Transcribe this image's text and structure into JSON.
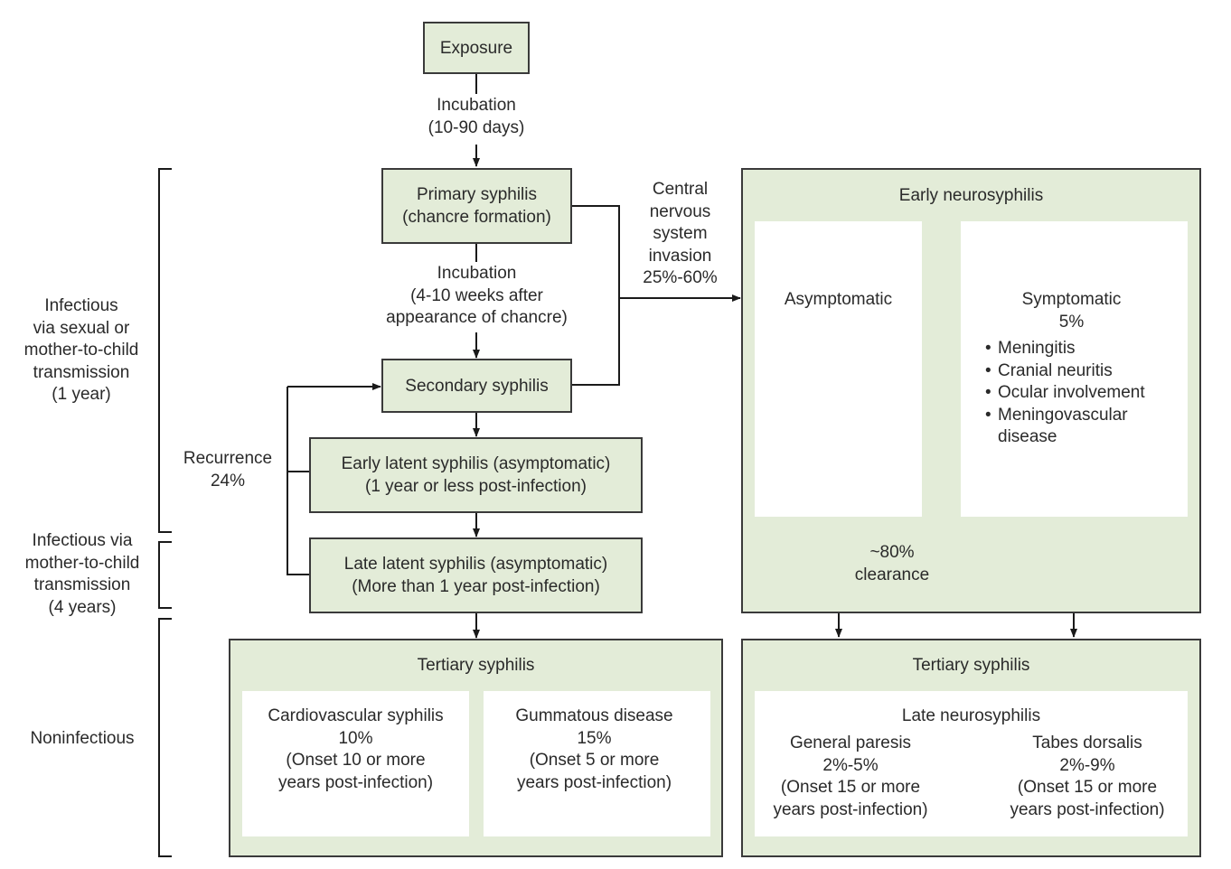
{
  "nodes": {
    "exposure": "Exposure",
    "incubation1": [
      "Incubation",
      "(10-90 days)"
    ],
    "primary": [
      "Primary syphilis",
      "(chancre formation)"
    ],
    "incubation2": [
      "Incubation",
      "(4-10 weeks after",
      "appearance of chancre)"
    ],
    "secondary": "Secondary syphilis",
    "early_latent": [
      "Early latent syphilis (asymptomatic)",
      "(1 year or less post-infection)"
    ],
    "late_latent": [
      "Late latent syphilis (asymptomatic)",
      "(More than 1 year post-infection)"
    ],
    "recurrence": [
      "Recurrence",
      "24%"
    ],
    "cns_invasion": [
      "Central",
      "nervous",
      "system",
      "invasion",
      "25%-60%"
    ]
  },
  "stages": {
    "infectious_sexual": [
      "Infectious",
      "via sexual or",
      "mother-to-child",
      "transmission",
      "(1 year)"
    ],
    "infectious_mtc": [
      "Infectious via",
      "mother-to-child",
      "transmission",
      "(4 years)"
    ],
    "noninfectious": "Noninfectious"
  },
  "early_neurosyphilis": {
    "title": "Early neurosyphilis",
    "asymptomatic": "Asymptomatic",
    "symptomatic": {
      "title": "Symptomatic",
      "percent": "5%",
      "items": [
        "Meningitis",
        "Cranial neuritis",
        "Ocular involvement",
        "Meningovascular disease"
      ]
    },
    "clearance": [
      "~80%",
      "clearance"
    ]
  },
  "tertiary_left": {
    "title": "Tertiary syphilis",
    "cardiovascular": [
      "Cardiovascular syphilis",
      "10%",
      "(Onset 10 or more",
      "years post-infection)"
    ],
    "gummatous": [
      "Gummatous disease",
      "15%",
      "(Onset 5 or more",
      "years post-infection)"
    ]
  },
  "tertiary_right": {
    "title": "Tertiary syphilis",
    "subtitle": "Late neurosyphilis",
    "general_paresis": [
      "General paresis",
      "2%-5%",
      "(Onset 15 or more",
      "years post-infection)"
    ],
    "tabes_dorsalis": [
      "Tabes dorsalis",
      "2%-9%",
      "(Onset 15 or more",
      "years post-infection)"
    ]
  }
}
